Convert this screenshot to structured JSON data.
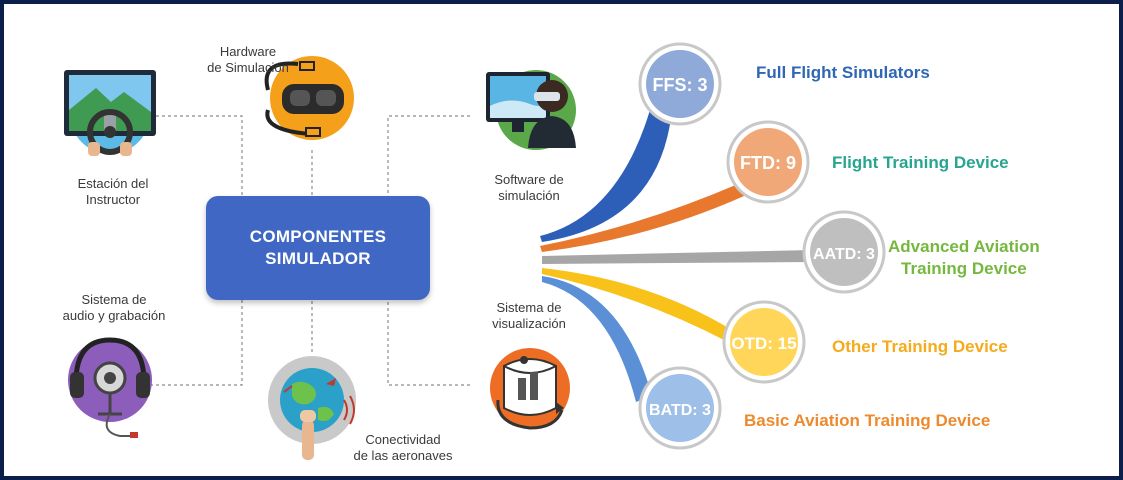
{
  "center": {
    "line1": "COMPONENTES",
    "line2": "SIMULADOR"
  },
  "components": {
    "estacion": {
      "line1": "Estación del",
      "line2": "Instructor"
    },
    "hardware": {
      "line1": "Hardware",
      "line2": "de Simulación"
    },
    "software": {
      "line1": "Software de",
      "line2": "simulación"
    },
    "audio": {
      "line1": "Sistema de",
      "line2": "audio y grabación"
    },
    "conectividad": {
      "line1": "Conectividad",
      "line2": "de las aeronaves"
    },
    "visualizacion": {
      "line1": "Sistema de",
      "line2": "visualización"
    }
  },
  "devices": [
    {
      "badge": "FFS: 3",
      "name": "Full Flight Simulators",
      "count": 3,
      "color": "#2f67b5",
      "badge_fill": "#8fa9d9"
    },
    {
      "badge": "FTD: 9",
      "name": "Flight Training Device",
      "count": 9,
      "color": "#27a58f",
      "badge_fill": "#f0a878"
    },
    {
      "badge": "AATD: 3",
      "name_line1": "Advanced Aviation",
      "name_line2": "Training Device",
      "count": 3,
      "color": "#76b83f",
      "badge_fill": "#bfbfbf"
    },
    {
      "badge": "OTD: 15",
      "name": "Other Training Device",
      "count": 15,
      "color": "#f4ab1c",
      "badge_fill": "#ffd65a"
    },
    {
      "badge": "BATD: 3",
      "name": "Basic Aviation Training Device",
      "count": 3,
      "color": "#ee8a2e",
      "badge_fill": "#9dbfe8"
    }
  ],
  "colors": {
    "frame": "#0b1f4a",
    "center_box": "#3f67c3",
    "ribbon_blue": "#2d5fb8",
    "ribbon_orange": "#e8782e",
    "ribbon_gray": "#a6a6a6",
    "ribbon_yellow": "#f8c21a",
    "ribbon_lightblue": "#5b8fd6"
  },
  "icons": [
    "monitor-steering-icon",
    "vr-headset-icon",
    "vr-user-monitor-icon",
    "headphones-camera-icon",
    "globe-connectivity-icon",
    "visualization-dome-icon"
  ]
}
